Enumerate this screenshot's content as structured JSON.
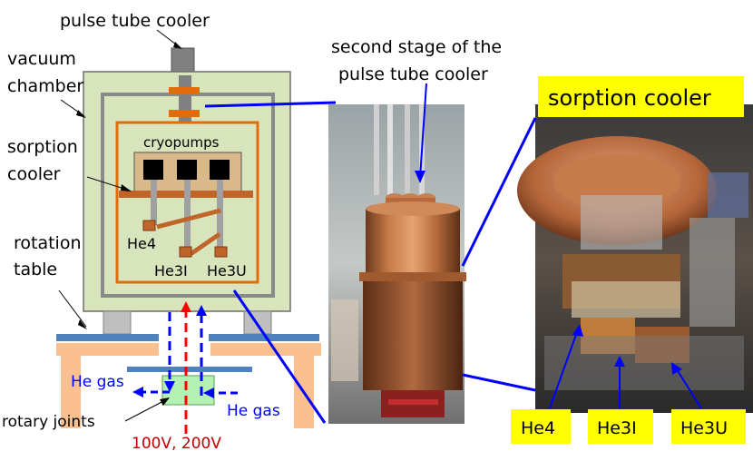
{
  "labels": {
    "pulse_tube_cooler": "pulse tube cooler",
    "vacuum": "vacuum",
    "chamber": "chamber",
    "sorption": "sorption",
    "cooler": "cooler",
    "cryopumps": "cryopumps",
    "he4_inner": "He4",
    "he3i_inner": "He3I",
    "he3u_inner": "He3U",
    "rotation": "rotation",
    "table": "table",
    "he_gas_left": "He gas",
    "he_gas_right": "He gas",
    "rotary_joints": "rotary joints",
    "voltage": "100V, 200V",
    "second_stage_line1": "second stage of the",
    "second_stage_line2": "pulse tube cooler",
    "sorption_cooler_callout": "sorption cooler",
    "he4_callout": "He4",
    "he3i_callout": "He3I",
    "he3u_callout": "He3U"
  },
  "colors": {
    "chamber_fill": "#d8e4bc",
    "orange": "#e36c09",
    "cryopump_fill": "#d9b98a",
    "blue_line": "#0000ff",
    "red_line": "#ff0000",
    "callout_yellow": "#ffff00",
    "table_blue": "#4f81bd",
    "table_peach": "#fac090",
    "joint_green": "#b3f2b3"
  },
  "photos": {
    "left_photo": "cryostat copper photo",
    "right_photo": "sorption cooler photo"
  }
}
